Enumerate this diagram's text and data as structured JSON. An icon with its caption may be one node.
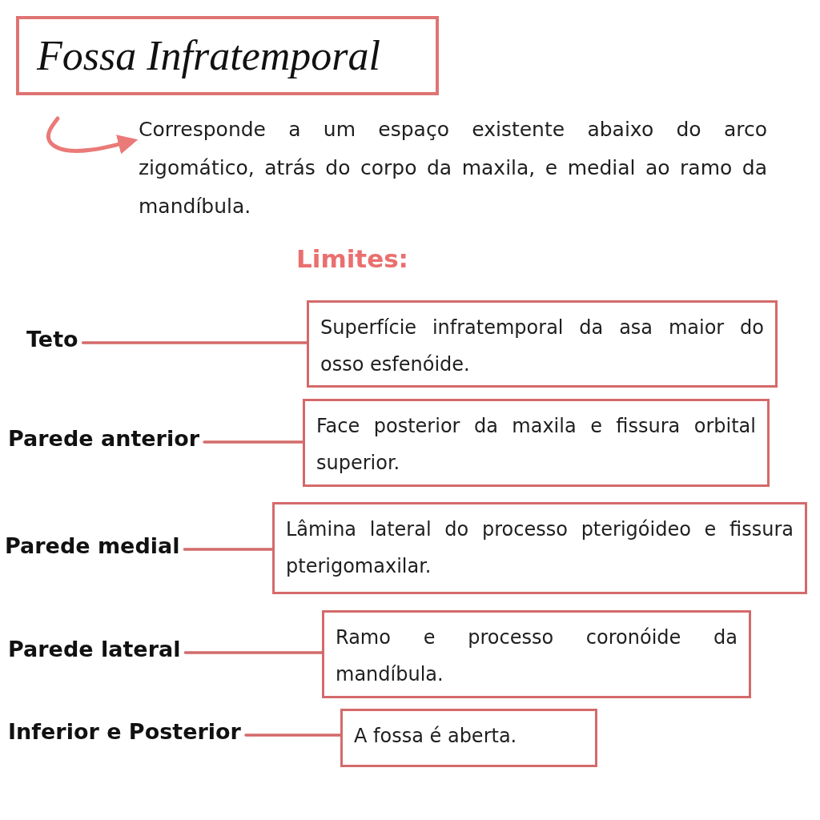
{
  "diagram": {
    "nodes": [
      {
        "text": [
          "Fossa Infratemporal"
        ]
      },
      {
        "text": [
          "Corresponde a um espaço existente abaixo do arco zigomático, atrás do corpo da maxila, e medial ao ramo da mandíbula."
        ]
      },
      {
        "text": [
          "Teto"
        ]
      },
      {
        "text": [
          "Superfície infratemporal da asa maior do osso esfenóide."
        ]
      },
      {
        "text": [
          "Parede anterior"
        ]
      },
      {
        "text": [
          "Face posterior da maxila e fissura orbital superior."
        ]
      },
      {
        "text": [
          "Parede medial"
        ]
      },
      {
        "text": [
          "Lâmina lateral do processo pterigóideo e fissura pterigomaxilar."
        ]
      },
      {
        "text": [
          "Parede lateral"
        ]
      },
      {
        "text": [
          "Ramo e processo coronóide da mandíbula."
        ]
      },
      {
        "text": [
          "Inferior e Posterior"
        ]
      },
      {
        "text": [
          "A fossa é aberta."
        ]
      }
    ],
    "edges": [
      {
        "from": null,
        "to": 1,
        "arrow": "to"
      },
      {
        "from": 2,
        "to": 3,
        "arrow": "none"
      },
      {
        "from": 4,
        "to": 5,
        "arrow": "none"
      },
      {
        "from": 6,
        "to": 7,
        "arrow": "none"
      },
      {
        "from": 8,
        "to": 9,
        "arrow": "none"
      },
      {
        "from": 10,
        "to": 11,
        "arrow": "none"
      }
    ],
    "labels": [
      "Limites:"
    ]
  }
}
